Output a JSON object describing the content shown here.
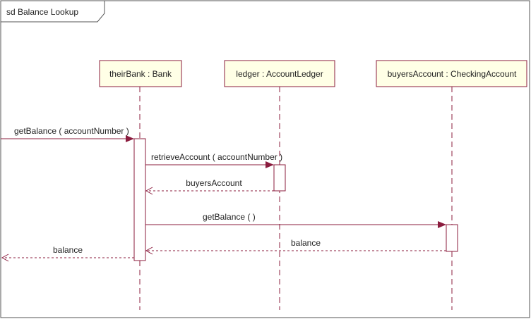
{
  "frame": {
    "title": "sd Balance Lookup"
  },
  "lifelines": [
    {
      "label": "theirBank : Bank"
    },
    {
      "label": "ledger : AccountLedger"
    },
    {
      "label": "buyersAccount : CheckingAccount"
    }
  ],
  "messages": [
    {
      "label": "getBalance ( accountNumber )",
      "kind": "call"
    },
    {
      "label": "retrieveAccount ( accountNumber )",
      "kind": "call"
    },
    {
      "label": "buyersAccount",
      "kind": "return"
    },
    {
      "label": "getBalance ( )",
      "kind": "call"
    },
    {
      "label": "balance",
      "kind": "return"
    },
    {
      "label": "balance",
      "kind": "return"
    }
  ],
  "colors": {
    "line": "#8b1c3e",
    "box_fill": "#ffffe6",
    "text": "#222222"
  }
}
